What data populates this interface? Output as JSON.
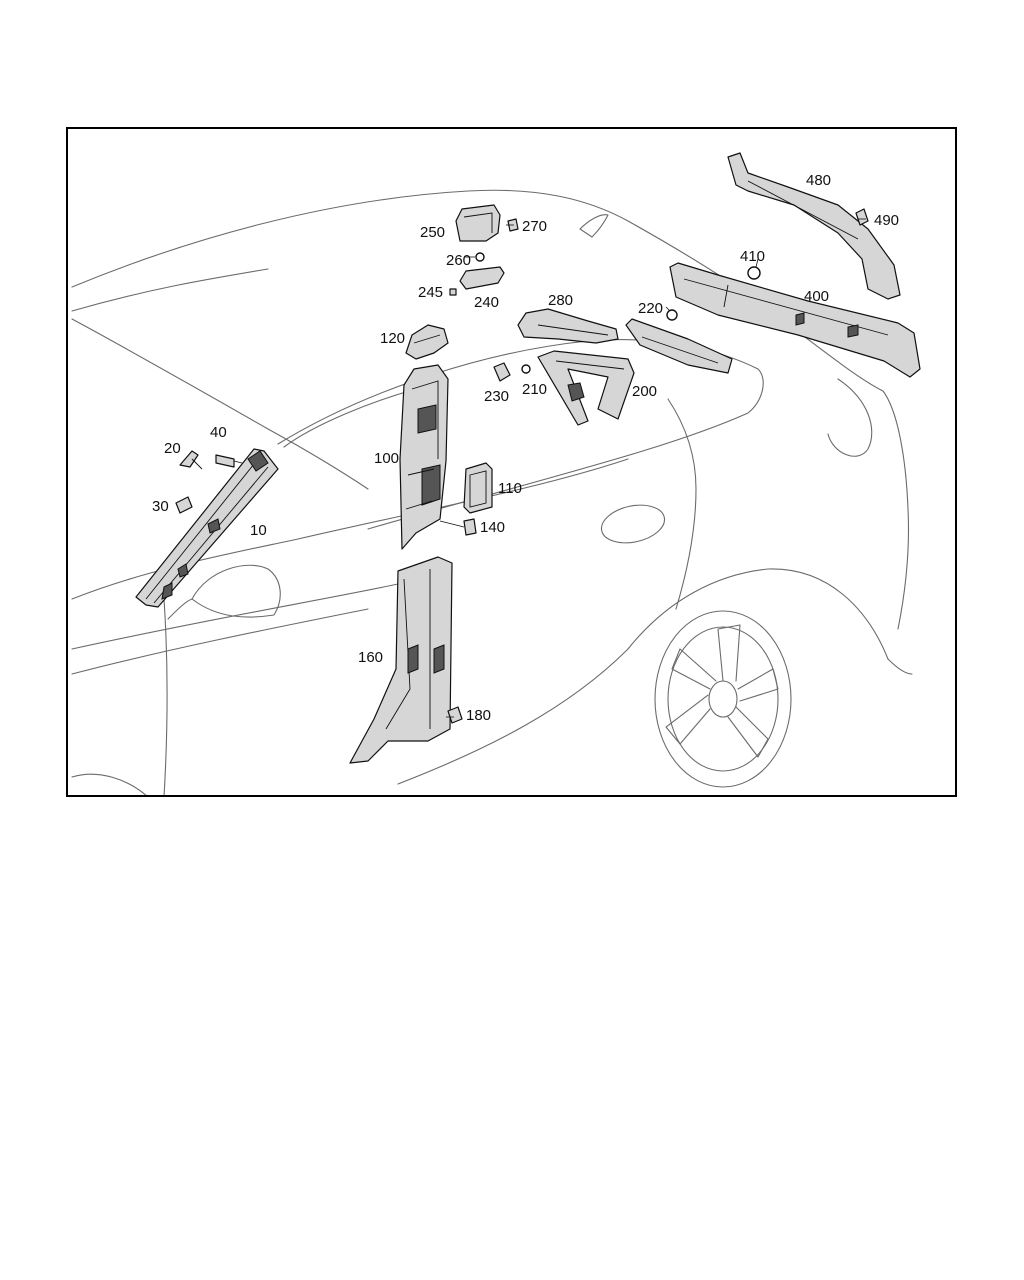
{
  "diagram": {
    "callouts": [
      {
        "label": "10"
      },
      {
        "label": "20"
      },
      {
        "label": "30"
      },
      {
        "label": "40"
      },
      {
        "label": "100"
      },
      {
        "label": "110"
      },
      {
        "label": "120"
      },
      {
        "label": "140"
      },
      {
        "label": "160"
      },
      {
        "label": "180"
      },
      {
        "label": "200"
      },
      {
        "label": "210"
      },
      {
        "label": "220"
      },
      {
        "label": "230"
      },
      {
        "label": "240"
      },
      {
        "label": "245"
      },
      {
        "label": "250"
      },
      {
        "label": "260"
      },
      {
        "label": "270"
      },
      {
        "label": "280"
      },
      {
        "label": "400"
      },
      {
        "label": "410"
      },
      {
        "label": "480"
      },
      {
        "label": "490"
      }
    ]
  }
}
